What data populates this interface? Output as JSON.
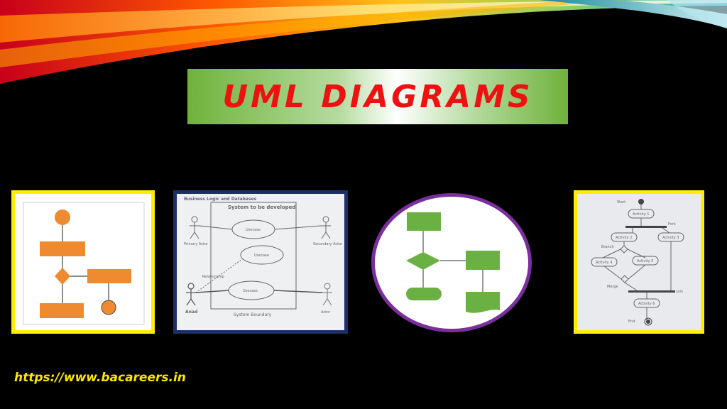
{
  "title": "UML DIAGRAMS",
  "footer": {
    "url": "https://www.bacareers.in"
  },
  "use_case_diagram": {
    "header": "Business Logic and Databases",
    "system_label": "System to be developed",
    "boundary_label": "System Boundary",
    "primary_actor": "Primary Actor",
    "secondary_actor": "Secondary Actor",
    "actor_bottom_left": "Anad",
    "actor_bottom_right": "Actor",
    "relationship": "Relationship",
    "use_case": "Usecase"
  },
  "activity_diagram": {
    "start": "Start",
    "activity1": "Activity 1",
    "fork": "Fork",
    "activity2": "Activity 2",
    "activity3": "Activity 3",
    "branch": "Branch",
    "activity4": "Activity 4",
    "activity5": "Activity 5",
    "merge": "Merge",
    "join": "Join",
    "activity6": "Activity 6",
    "end": "End"
  },
  "colors": {
    "title_red": "#ee1111",
    "footer_yellow": "#ffe600",
    "flow_orange": "#ee8a2f",
    "flow_green": "#6bb043",
    "frame_yellow": "#ffee00",
    "frame_navy": "#1d2f6b",
    "frame_purple": "#7b2f9c"
  }
}
